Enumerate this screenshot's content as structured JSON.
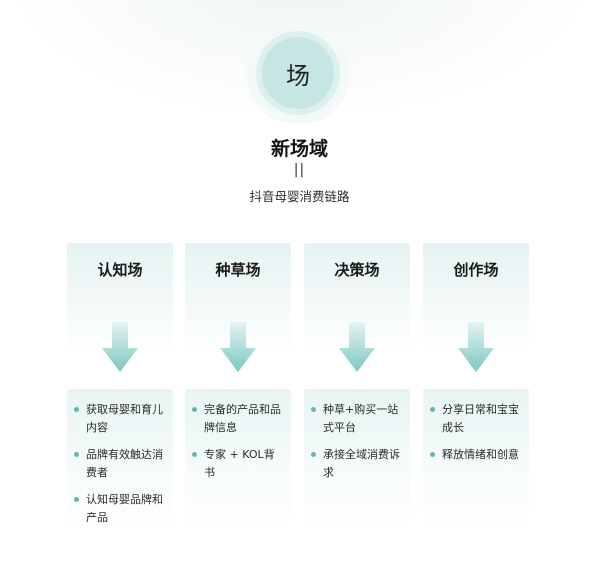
{
  "hero": {
    "char": "场"
  },
  "title": "新场域",
  "equals": "||",
  "subtitle": "抖音母婴消费链路",
  "accent_color": "#5fb7b0",
  "columns": [
    {
      "title": "认知场",
      "items": [
        "获取母婴和育儿内容",
        "品牌有效触达消费者",
        "认知母婴品牌和产品"
      ]
    },
    {
      "title": "种草场",
      "items": [
        "完备的产品和品牌信息",
        "专家 + KOL背书"
      ]
    },
    {
      "title": "决策场",
      "items": [
        "种草+购买一站式平台",
        "承接全域消费诉求"
      ]
    },
    {
      "title": "创作场",
      "items": [
        "分享日常和宝宝成长",
        "释放情绪和创意"
      ]
    }
  ]
}
